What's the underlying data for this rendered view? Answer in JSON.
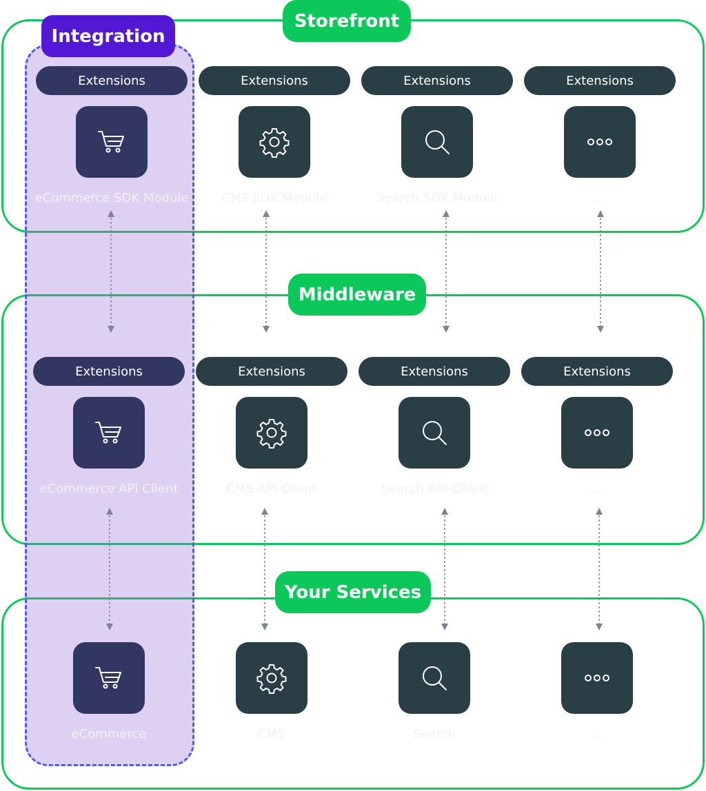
{
  "titles": {
    "integration": "Integration",
    "storefront": "Storefront",
    "middleware": "Middleware",
    "services": "Your Services"
  },
  "extensions_label": "Extensions",
  "storefront": [
    {
      "icon": "cart-icon",
      "caption": "eCommerce SDK Module"
    },
    {
      "icon": "gear-icon",
      "caption": "CMS SDK Module"
    },
    {
      "icon": "search-icon",
      "caption": "Search SDK Module"
    },
    {
      "icon": "more-icon",
      "caption": "..."
    }
  ],
  "middleware": [
    {
      "icon": "cart-icon",
      "caption": "eCommerce API Client"
    },
    {
      "icon": "gear-icon",
      "caption": "CMS API Client"
    },
    {
      "icon": "search-icon",
      "caption": "Search API Client"
    },
    {
      "icon": "more-icon",
      "caption": "..."
    }
  ],
  "services": [
    {
      "icon": "cart-icon",
      "caption": "eCommerce"
    },
    {
      "icon": "gear-icon",
      "caption": "CMS"
    },
    {
      "icon": "search-icon",
      "caption": "Search"
    },
    {
      "icon": "more-icon",
      "caption": "..."
    }
  ],
  "colors": {
    "layer_border": "#0CC85A",
    "integration_fill": "#DCD2F2",
    "integration_border": "#4D5BF5",
    "integration_title": "#5218D6",
    "tile": "#2A3E46",
    "tile_integration": "#313761",
    "arrow": "#7A8594"
  }
}
